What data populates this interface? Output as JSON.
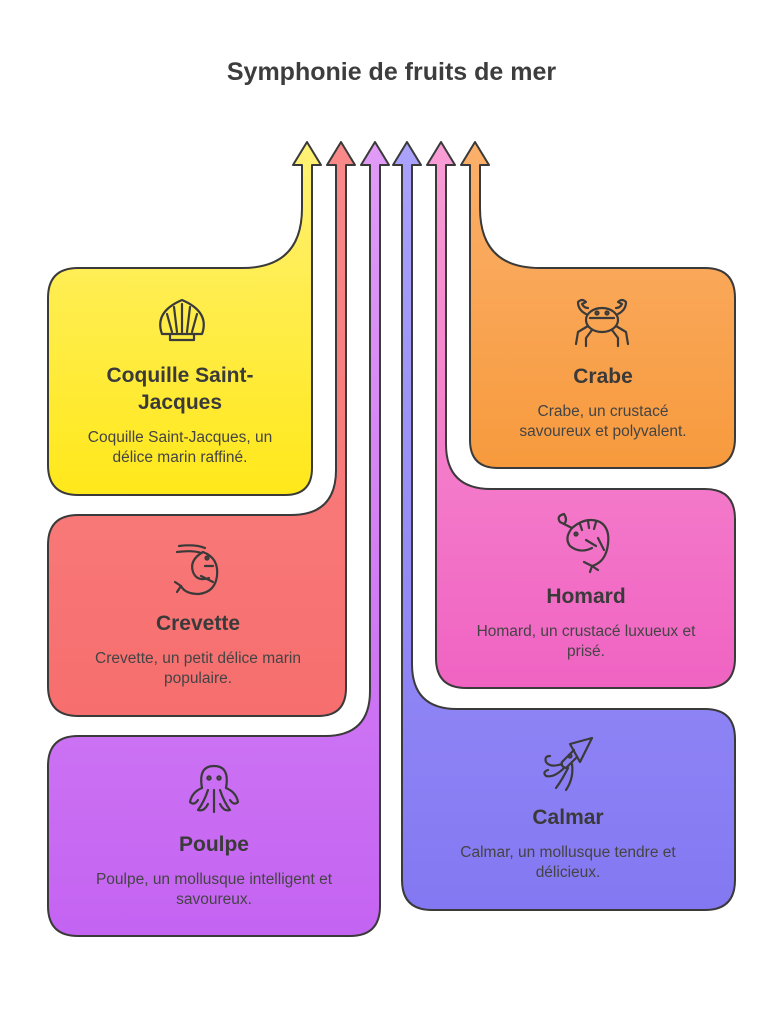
{
  "title": "Symphonie de fruits de mer",
  "colors": {
    "yellow_top": "#fff176",
    "yellow_bottom": "#ffe81a",
    "red_top": "#f98a8a",
    "red_bottom": "#f76e6e",
    "purple_top": "#e19cf6",
    "purple_bottom": "#c463f2",
    "indigo_top": "#aaa2fb",
    "indigo_bottom": "#8478f2",
    "pink_top": "#f99ed6",
    "pink_bottom": "#f063c2",
    "orange_top": "#fbb06b",
    "orange_bottom": "#f79a3d",
    "outline": "#3a3a3a"
  },
  "items": [
    {
      "title": "Coquille Saint-Jacques",
      "description": "Coquille Saint-Jacques, un délice marin raffiné.",
      "icon": "scallop-shell-icon"
    },
    {
      "title": "Crevette",
      "description": "Crevette, un petit délice marin populaire.",
      "icon": "shrimp-icon"
    },
    {
      "title": "Poulpe",
      "description": "Poulpe, un mollusque intelligent et savoureux.",
      "icon": "octopus-icon"
    },
    {
      "title": "Calmar",
      "description": "Calmar, un mollusque tendre et délicieux.",
      "icon": "squid-icon"
    },
    {
      "title": "Homard",
      "description": "Homard, un crustacé luxueux et prisé.",
      "icon": "lobster-icon"
    },
    {
      "title": "Crabe",
      "description": "Crabe, un crustacé savoureux et polyvalent.",
      "icon": "crab-icon"
    }
  ]
}
